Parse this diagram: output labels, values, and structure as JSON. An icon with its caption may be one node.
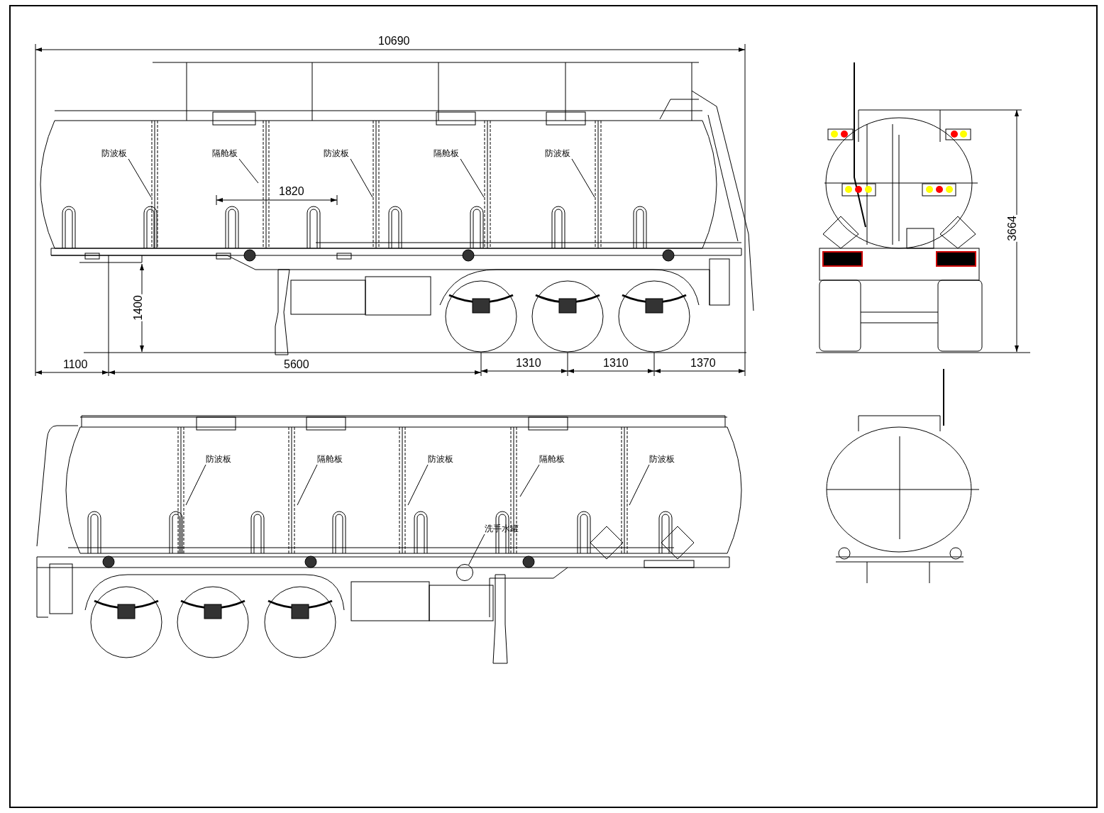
{
  "diagram": {
    "nodes": [
      {
        "text": [
          "防波板"
        ]
      },
      {
        "text": [
          "隔舱板"
        ]
      },
      {
        "text": [
          "防波板"
        ]
      },
      {
        "text": [
          "隔舱板"
        ]
      },
      {
        "text": [
          "防波板"
        ]
      },
      {
        "text": [
          "防波板"
        ]
      },
      {
        "text": [
          "隔舱板"
        ]
      },
      {
        "text": [
          "防波板"
        ]
      },
      {
        "text": [
          "隔舱板"
        ]
      },
      {
        "text": [
          "防波板"
        ]
      },
      {
        "text": [
          "洗手水罐"
        ]
      },
      {
        "text": [],
        "shape": "circle"
      }
    ],
    "edges": [
      {
        "from": 0,
        "to": null,
        "arrow": "none"
      },
      {
        "from": 1,
        "to": null,
        "arrow": "none"
      },
      {
        "from": 2,
        "to": null,
        "arrow": "none"
      },
      {
        "from": 3,
        "to": null,
        "arrow": "none"
      },
      {
        "from": 4,
        "to": null,
        "arrow": "none"
      },
      {
        "from": 5,
        "to": null,
        "arrow": "none"
      },
      {
        "from": 6,
        "to": null,
        "arrow": "none"
      },
      {
        "from": 7,
        "to": null,
        "arrow": "none"
      },
      {
        "from": 8,
        "to": null,
        "arrow": "none"
      },
      {
        "from": 9,
        "to": null,
        "arrow": "none"
      },
      {
        "from": 10,
        "to": 11,
        "arrow": "none"
      }
    ],
    "labels": [
      "10690",
      "1820",
      "1400",
      "1100",
      "5600",
      "1310",
      "1310",
      "1370",
      "3664"
    ]
  }
}
